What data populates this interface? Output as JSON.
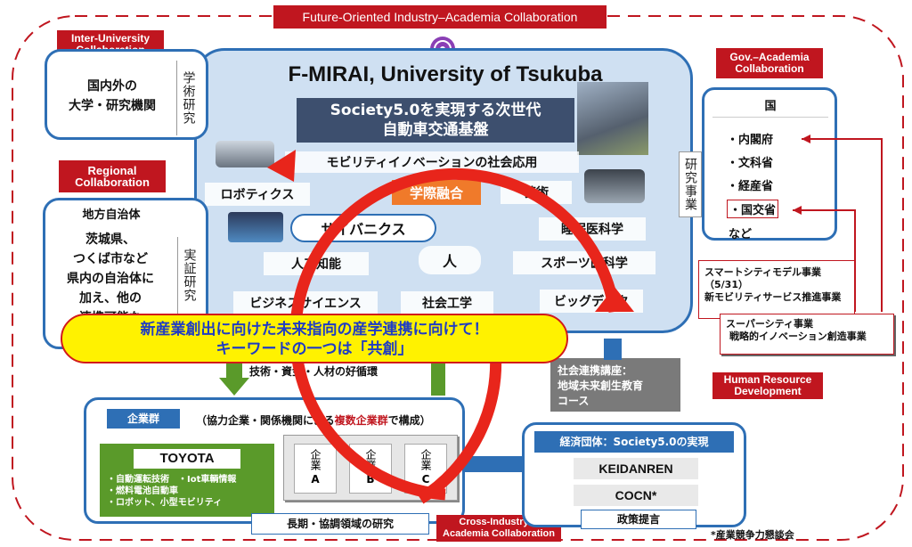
{
  "title_banner": "Future-Oriented Industry–Academia Collaboration",
  "center": {
    "title": "F-MIRAI, University of Tsukuba",
    "society_line1": "Society5.0を実現する次世代",
    "society_line2": "自動車交通基盤",
    "mobility": "モビリティイノベーションの社会応用",
    "keywords": {
      "robotics": "ロボティクス",
      "interdisciplinary": "学際融合",
      "arts": "芸術",
      "cybernics": "サイバニクス",
      "sleep": "睡眠医科学",
      "ai": "人工知能",
      "human": "人",
      "sports": "スポーツ医科学",
      "business": "ビジネスサイエンス",
      "social_eng": "社会工学",
      "bigdata": "ビッグデータ"
    }
  },
  "inter_university": {
    "banner": "Inter-University Collaboration",
    "line1": "国内外の",
    "line2": "大学・研究機関",
    "side": "学術研究"
  },
  "regional": {
    "banner": "Regional Collaboration",
    "heading": "地方自治体",
    "line1": "茨城県、",
    "line2": "つくば市など",
    "line3": "県内の自治体に",
    "line4": "加え、他の",
    "line5": "連携可能な",
    "side": "実証研究"
  },
  "gov": {
    "banner": "Gov.–Academia Collaboration",
    "heading": "国",
    "items": [
      "・内閣府",
      "・文科省",
      "・経産省",
      "・国交省"
    ],
    "other": "など",
    "side": "研究事業",
    "projects1": [
      "スマートシティモデル事業",
      "（5/31）",
      "新モビリティサービス推進事業"
    ],
    "projects2": [
      "スーパーシティ事業",
      "戦略的イノベーション創造事業"
    ]
  },
  "callout": {
    "line1": "新産業創出に向けた未来指向の産学連携に向けて！",
    "line2": "キーワードの一つは「共創」"
  },
  "cycle": "技術・資金・人材の好循環",
  "social_course": [
    "社会連携講座：",
    "地域未来創生教育",
    "コース"
  ],
  "hr_banner": "Human Resource Development",
  "industry": {
    "label": "企業群",
    "note_prefix": "（協力企業・関係機関による",
    "note_red": "複数企業群",
    "note_suffix": "で構成）",
    "toyota": "TOYOTA",
    "toyota_items": [
      "・自動運転技術　・Iot車輌情報",
      "・燃料電池自動車",
      "・ロボット、小型モビリティ"
    ],
    "company_a": "企業",
    "company_a_letter": "A",
    "company_b": "企業",
    "company_b_letter": "B",
    "company_c": "企業",
    "company_c_letter": "C",
    "longterm": "長期・協調領域の研究"
  },
  "cross_banner": "Cross-Industry & Academia Collaboration",
  "econ": {
    "heading": "経済団体：Society5.0の実現",
    "keidanren": "KEIDANREN",
    "cocn": "COCN*",
    "policy": "政策提言",
    "footnote": "*産業競争力懇談会"
  },
  "colors": {
    "banner_red": "#c0161f",
    "frame_blue": "#2e6fb5",
    "center_fill": "#cfe0f2",
    "arrow_red": "#e8251b",
    "callout_yellow": "#fff200",
    "callout_text": "#1f3cc4",
    "green": "#5a9a2a"
  }
}
